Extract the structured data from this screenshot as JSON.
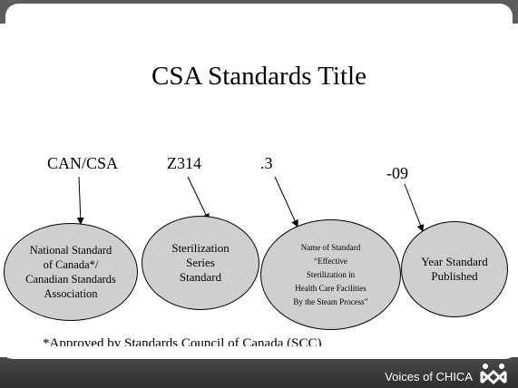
{
  "title": "CSA Standards Title",
  "code_parts": {
    "can_csa": "CAN/CSA",
    "series": "Z314",
    "number": ".3",
    "year": "-09"
  },
  "ellipses": {
    "national": "National Standard\nof Canada*/\nCanadian Standards\nAssociation",
    "sterilization": "Sterilization\nSeries\nStandard",
    "name_of_standard": "Name of Standard\n“Effective\nSterilization in\nHealth Care Facilities\nBy the Steam Process”",
    "year_published": "Year Standard\nPublished"
  },
  "footnote": "*Approved by Standards Council of Canada (SCC)",
  "footer": {
    "brand": "Voices of CHICA"
  },
  "colors": {
    "ellipse_fill": "#cfcfcf",
    "footer_bar": "#3a3a3a",
    "logo": "#ffffff"
  }
}
